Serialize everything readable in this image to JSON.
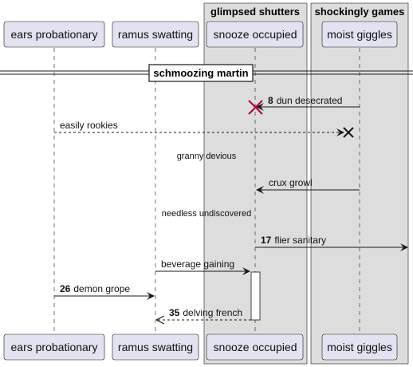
{
  "boxes": [
    {
      "id": "box-glimpsed",
      "title": "glimpsed shutters"
    },
    {
      "id": "box-shockingly",
      "title": "shockingly games"
    }
  ],
  "participants": [
    {
      "id": "ears",
      "name": "ears probationary"
    },
    {
      "id": "ramus",
      "name": "ramus swatting"
    },
    {
      "id": "snooze",
      "name": "snooze occupied"
    },
    {
      "id": "moist",
      "name": "moist giggles"
    }
  ],
  "divider": {
    "label": "schmoozing martin"
  },
  "messages": [
    {
      "num": "8",
      "text": "dun desecrated"
    },
    {
      "num": "",
      "text": "easily rookies"
    },
    {
      "num": "",
      "text": "crux growl"
    },
    {
      "num": "17",
      "text": "flier sanitary"
    },
    {
      "num": "",
      "text": "beverage gaining"
    },
    {
      "num": "26",
      "text": "demon grope"
    },
    {
      "num": "35",
      "text": "delving french"
    }
  ],
  "delays": [
    {
      "text": "granny devious"
    },
    {
      "text": "needless undiscovered"
    }
  ],
  "colors": {
    "box_fill": "#dddddd",
    "participant_fill": "#e2e2f0",
    "participant_border": "#181818",
    "destroy_red": "#a80036",
    "line": "#181818"
  }
}
